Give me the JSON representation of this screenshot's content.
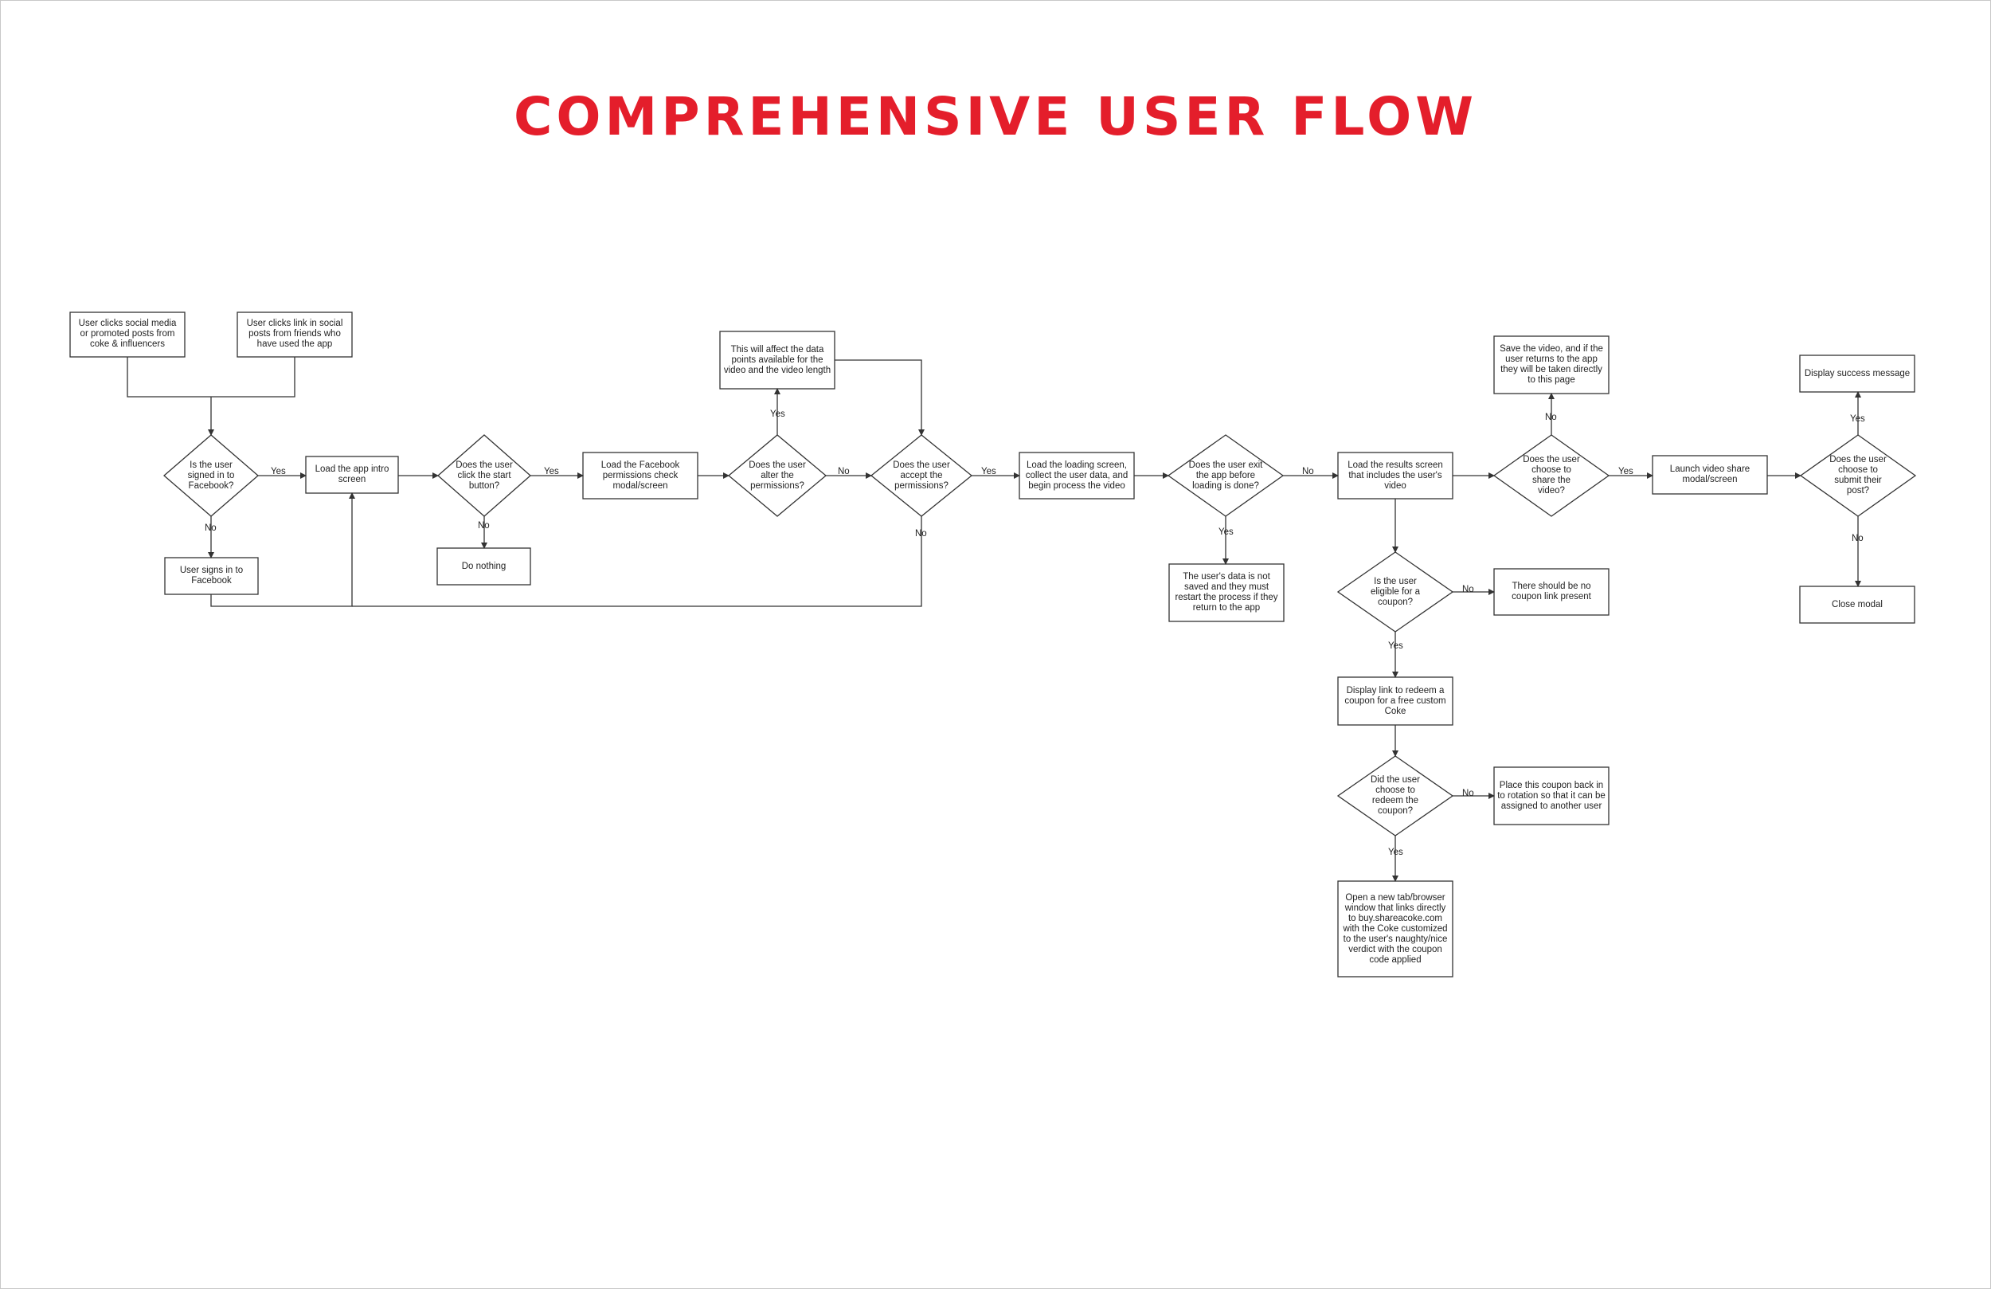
{
  "title": "COMPREHENSIVE USER FLOW",
  "colors": {
    "title": "#e41e2b",
    "line": "#333333",
    "text": "#222222"
  },
  "nodes": {
    "start_social": "User clicks social media or promoted posts from coke & influencers",
    "start_friends": "User clicks link in social posts from friends who have used the app",
    "q_signed_in": "Is the user signed in to Facebook?",
    "signs_in": "User signs in to Facebook",
    "load_intro": "Load the app intro screen",
    "q_click_start": "Does the user click the start button?",
    "do_nothing": "Do nothing",
    "load_permissions": "Load the Facebook permissions check modal/screen",
    "q_alter_permissions": "Does the user alter the permissions?",
    "affect_note": "This will affect the data points available for the video and the video length",
    "q_accept_permissions": "Does the user accept the permissions?",
    "load_loading": "Load the loading screen, collect the user data, and begin process the video",
    "q_exit_app": "Does the user exit the app before loading is done?",
    "data_not_saved": "The user's data is not saved and they must restart the process if they return to the app",
    "load_results": "Load the results screen that includes the user's video",
    "q_share_video": "Does the user choose to share the video?",
    "save_video": "Save the video, and if the user returns to the app they will be taken directly to this page",
    "launch_share": "Launch video share modal/screen",
    "q_submit_post": "Does the user choose to submit their post?",
    "display_success": "Display success message",
    "close_modal": "Close modal",
    "q_eligible": "Is the user eligible for a coupon?",
    "no_coupon": "There should be no coupon link present",
    "display_link": "Display link to redeem a coupon for a free custom Coke",
    "q_redeem": "Did the user choose to redeem the coupon?",
    "place_back": "Place this coupon back in to rotation so that it can be assigned to another user",
    "open_tab": "Open a new tab/browser window that links directly to buy.shareacoke.com with the Coke customized to the user's naughty/nice verdict with the coupon code applied"
  },
  "labels": {
    "yes_signed_in": "Yes",
    "no_signed_in": "No",
    "yes_click_start": "Yes",
    "no_click_start": "No",
    "yes_alter": "Yes",
    "no_alter": "No",
    "yes_accept": "Yes",
    "no_accept": "No",
    "no_exit": "No",
    "yes_exit": "Yes",
    "no_share": "No",
    "yes_share": "Yes",
    "yes_submit": "Yes",
    "no_submit": "No",
    "no_eligible": "No",
    "yes_eligible": "Yes",
    "no_redeem": "No",
    "yes_redeem": "Yes"
  }
}
